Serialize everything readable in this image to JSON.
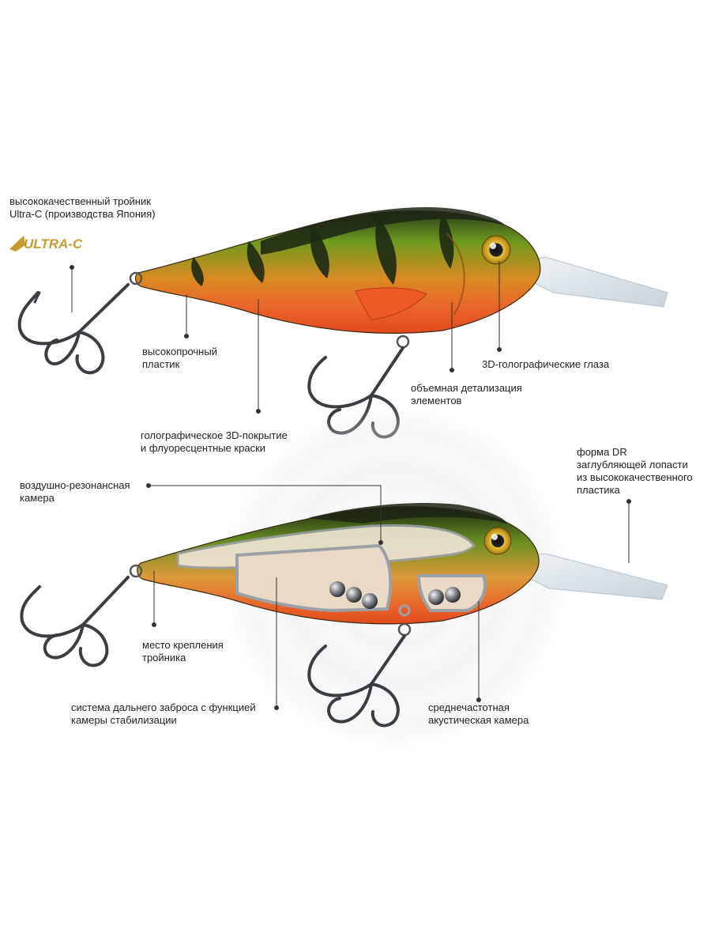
{
  "top_lure": {
    "hooks_label": "высококачественный тройник\nUltra-C (производства Япония)",
    "brand_logo": "ULTRA-C",
    "plastic_label": "высокопрочный\nпластик",
    "coating_label": "голографическое 3D-покрытие\nи флуоресцентные краски",
    "details_label": "объемная детализация\nэлементов",
    "eyes_label": "3D-голографические глаза"
  },
  "bottom_lure": {
    "air_chamber_label": "воздушно-резонансная\nкамера",
    "lip_label": "форма DR\nзаглубляющей лопасти\nиз высококачественного\nпластика",
    "hook_mount_label": "место крепления\nтройника",
    "casting_label": "система дальнего заброса с функцией\nкамеры стабилизации",
    "acoustic_label": "среднечастотная\nакустическая камера"
  },
  "colors": {
    "body_green": "#5a8a1c",
    "body_orange": "#e0801c",
    "belly_red": "#e8401a",
    "stripe_dark": "#1d2a14",
    "hook_metal": "#3a3d42",
    "logo_gold": "#c99a2e"
  },
  "icons": [
    "treble-hook-icon",
    "eye-icon",
    "ultra-c-logo"
  ]
}
